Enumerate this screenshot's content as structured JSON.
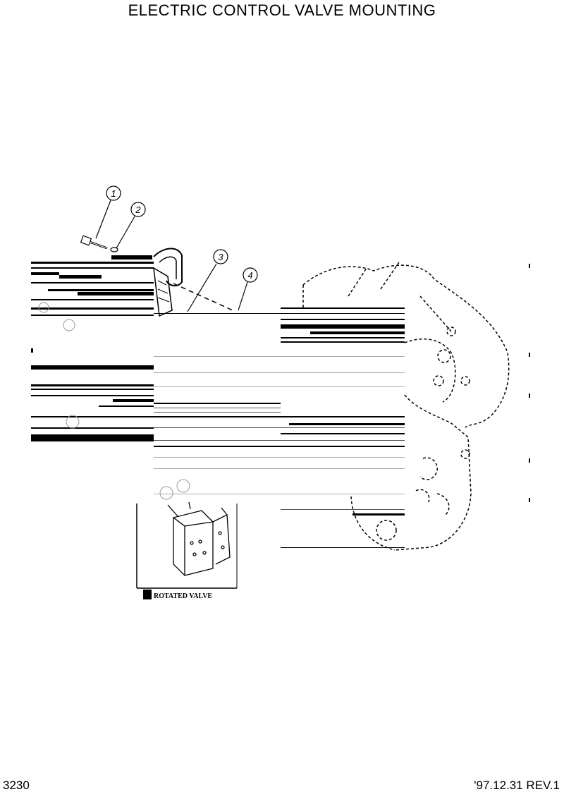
{
  "header": {
    "title": "ELECTRIC CONTROL VALVE MOUNTING"
  },
  "footer": {
    "page_number": "3230",
    "revision": "'97.12.31  REV.1"
  },
  "callouts": [
    {
      "number": "1"
    },
    {
      "number": "2"
    },
    {
      "number": "3"
    },
    {
      "number": "4"
    }
  ],
  "inset": {
    "caption": "ROTATED VALVE"
  }
}
